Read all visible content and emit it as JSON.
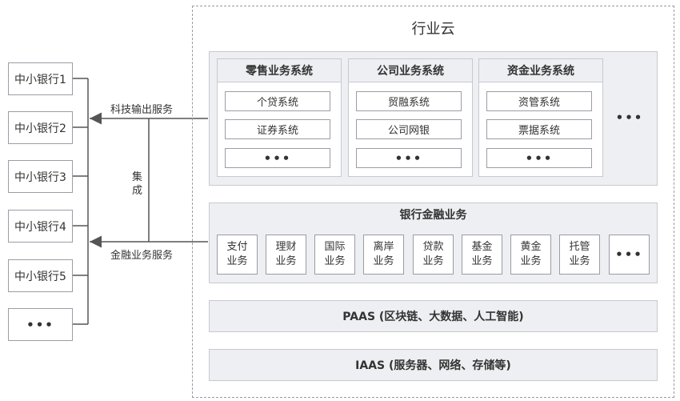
{
  "cloud": {
    "title": "行业云"
  },
  "systems": [
    {
      "title": "零售业务系统",
      "items": [
        "个贷系统",
        "证券系统",
        "•••"
      ]
    },
    {
      "title": "公司业务系统",
      "items": [
        "贸融系统",
        "公司网银",
        "•••"
      ]
    },
    {
      "title": "资金业务系统",
      "items": [
        "资管系统",
        "票据系统",
        "•••"
      ]
    }
  ],
  "systems_more": "•••",
  "finance": {
    "title": "银行金融业务",
    "items": [
      [
        "支付",
        "业务"
      ],
      [
        "理财",
        "业务"
      ],
      [
        "国际",
        "业务"
      ],
      [
        "离岸",
        "业务"
      ],
      [
        "贷款",
        "业务"
      ],
      [
        "基金",
        "业务"
      ],
      [
        "黄金",
        "业务"
      ],
      [
        "托管",
        "业务"
      ]
    ],
    "more": "•••"
  },
  "paas": "PAAS (区块链、大数据、人工智能)",
  "iaas": "IAAS (服务器、网络、存储等)",
  "banks": [
    "中小银行1",
    "中小银行2",
    "中小银行3",
    "中小银行4",
    "中小银行5",
    "•••"
  ],
  "labels": {
    "tech_output": "科技输出服务",
    "integration_1": "集",
    "integration_2": "成",
    "finance_service": "金融业务服务"
  },
  "colors": {
    "line": "#555555",
    "panel": "#eeeff2",
    "border": "#9c9ca6",
    "cloud_border": "#9a9aa8"
  }
}
